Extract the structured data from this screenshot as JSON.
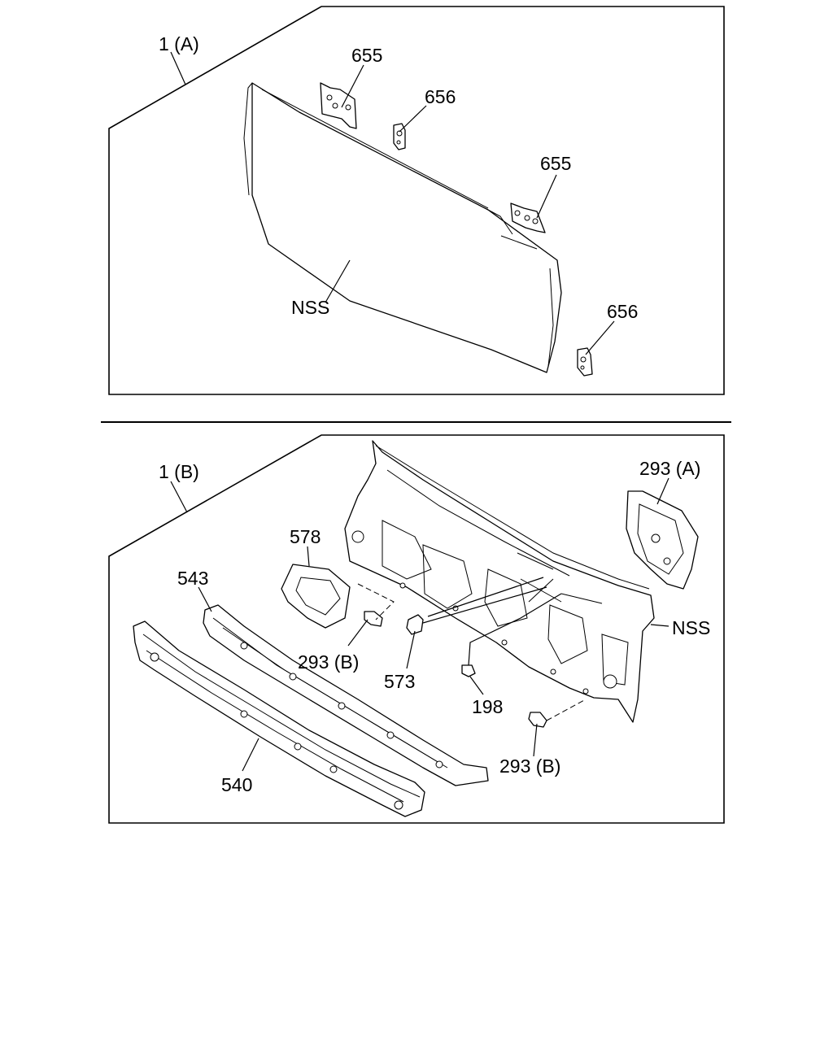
{
  "panel_a": {
    "group_label": "1 (A)",
    "labels": {
      "bracket_655_top": "655",
      "clip_656_top": "656",
      "bracket_655_right": "655",
      "nss": "NSS",
      "clip_656_bottom": "656"
    }
  },
  "panel_b": {
    "group_label": "1 (B)",
    "labels": {
      "part_293a": "293 (A)",
      "part_578": "578",
      "part_543": "543",
      "part_293b_left": "293 (B)",
      "part_573": "573",
      "part_198": "198",
      "nss": "NSS",
      "part_293b_right": "293 (B)",
      "part_540": "540"
    }
  }
}
